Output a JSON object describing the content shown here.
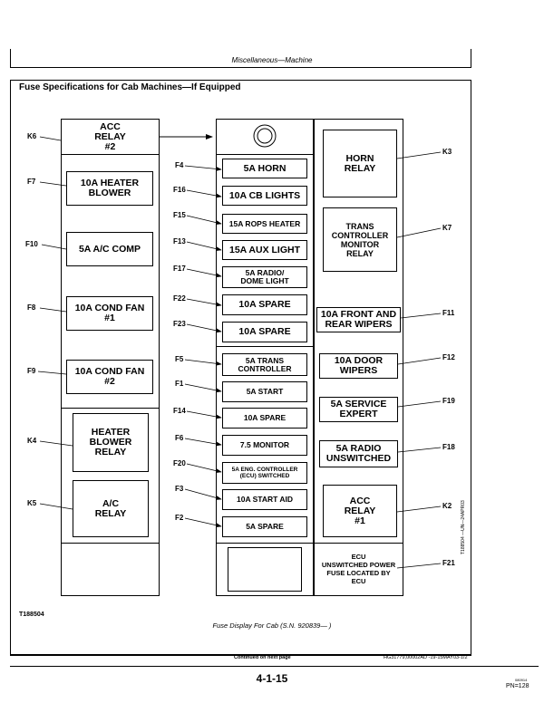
{
  "header": {
    "section": "Miscellaneous—Machine"
  },
  "title": "Fuse Specifications for Cab Machines—If Equipped",
  "left_relays": [
    {
      "id": "K6",
      "text": "ACC\nRELAY\n#2"
    },
    {
      "id": "K4",
      "text": "HEATER\nBLOWER\nRELAY"
    },
    {
      "id": "K5",
      "text": "A/C\nRELAY"
    }
  ],
  "left_fuses": [
    {
      "id": "F7",
      "text": "10A HEATER\nBLOWER"
    },
    {
      "id": "F10",
      "text": "5A A/C COMP"
    },
    {
      "id": "F8",
      "text": "10A COND FAN\n#1"
    },
    {
      "id": "F9",
      "text": "10A COND FAN\n#2"
    }
  ],
  "center_fuses": [
    {
      "id": "F4",
      "text": "5A HORN"
    },
    {
      "id": "F16",
      "text": "10A CB LIGHTS"
    },
    {
      "id": "F15",
      "text": "15A  ROPS HEATER"
    },
    {
      "id": "F13",
      "text": "15A AUX LIGHT"
    },
    {
      "id": "F17",
      "text": "5A RADIO/\nDOME LIGHT"
    },
    {
      "id": "F22",
      "text": "10A SPARE"
    },
    {
      "id": "F23",
      "text": "10A SPARE"
    },
    {
      "id": "F5",
      "text": "5A TRANS\nCONTROLLER"
    },
    {
      "id": "F1",
      "text": "5A START"
    },
    {
      "id": "F14",
      "text": "10A SPARE"
    },
    {
      "id": "F6",
      "text": "7.5 MONITOR"
    },
    {
      "id": "F20",
      "text": "5A ENG. CONTROLLER\n(ECU) SWITCHED"
    },
    {
      "id": "F3",
      "text": "10A START AID"
    },
    {
      "id": "F2",
      "text": "5A SPARE"
    }
  ],
  "right_items": [
    {
      "id": "K3",
      "text": "HORN\nRELAY"
    },
    {
      "id": "K7",
      "text": "TRANS\nCONTROLLER\nMONITOR\nRELAY"
    },
    {
      "id": "F11",
      "text": "10A FRONT AND\nREAR WIPERS"
    },
    {
      "id": "F12",
      "text": "10A DOOR\nWIPERS"
    },
    {
      "id": "F19",
      "text": "5A SERVICE\nEXPERT"
    },
    {
      "id": "F18",
      "text": "5A RADIO\nUNSWITCHED"
    },
    {
      "id": "K2",
      "text": "ACC\nRELAY\n#1"
    },
    {
      "id": "F21",
      "text": "ECU\nUNSWITCHED POWER\nFUSE LOCATED BY\nECU"
    }
  ],
  "figure_id": "T188504",
  "caption": "Fuse Display For Cab (S.N. 920839— )",
  "side_code": "T188504 —UN—24APR03",
  "continued": "Continued on next page",
  "ref_code": "HG31779,00002AD -19-15MAY03-1/2",
  "page_number": "4-1-15",
  "pn_small": "080914",
  "pn": "PN=128"
}
